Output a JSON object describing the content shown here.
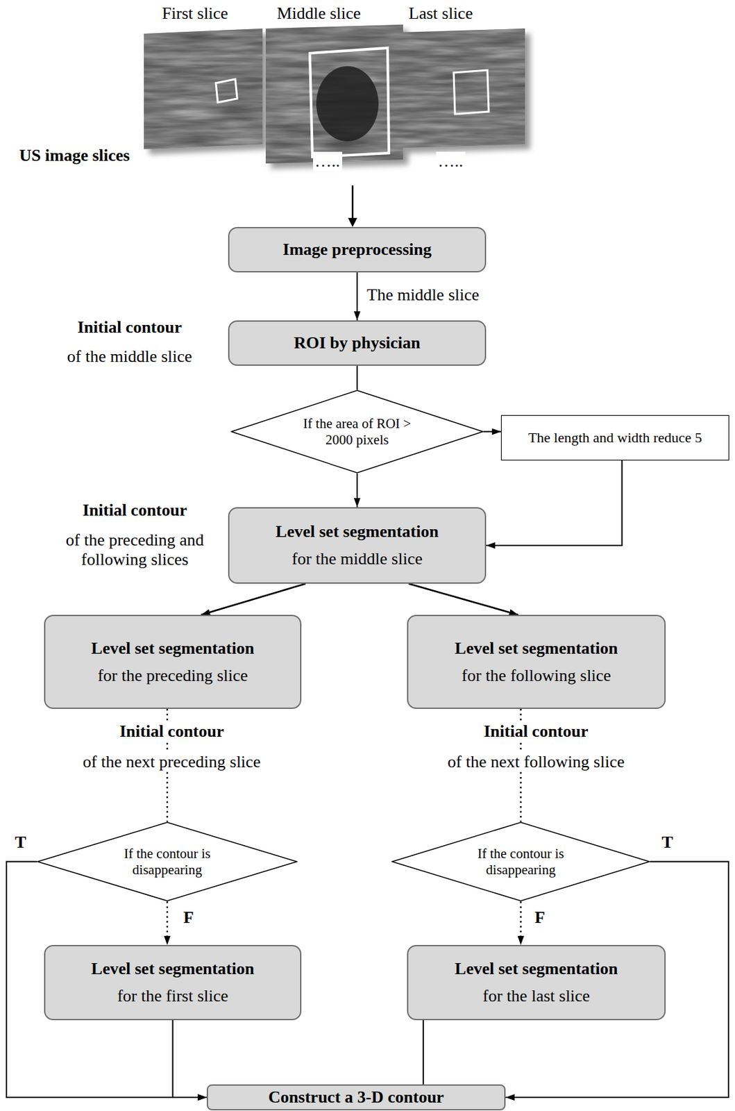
{
  "diagram": {
    "nodes": [
      {
        "text": [
          "Image preprocessing"
        ]
      },
      {
        "text": [
          "ROI by physician"
        ]
      },
      {
        "text": [
          "If the area of ROI > 2000 pixels"
        ]
      },
      {
        "text": [
          "The length and width reduce 5"
        ]
      },
      {
        "text": [
          "Level set segmentation",
          "for the middle slice"
        ]
      },
      {
        "text": [
          "Level set segmentation",
          "for the preceding slice"
        ]
      },
      {
        "text": [
          "Level set segmentation",
          "for the following slice"
        ]
      },
      {
        "text": [
          "If the contour is disappearing"
        ]
      },
      {
        "text": [
          "If the contour is disappearing"
        ]
      },
      {
        "text": [
          "Level set segmentation",
          "for the first slice"
        ]
      },
      {
        "text": [
          "Level set segmentation",
          "for the last slice"
        ]
      },
      {
        "text": [
          "Construct a 3-D contour"
        ]
      }
    ],
    "edges": [
      {
        "from": 0,
        "to": 1,
        "arrow": "to",
        "label": "The middle slice"
      },
      {
        "from": 1,
        "to": 2,
        "arrow": "none"
      },
      {
        "from": 2,
        "to": 4,
        "arrow": "to"
      },
      {
        "from": 2,
        "to": 3,
        "arrow": "to"
      },
      {
        "from": 3,
        "to": 4,
        "arrow": "to"
      },
      {
        "from": 4,
        "to": 5,
        "arrow": "to"
      },
      {
        "from": 4,
        "to": 6,
        "arrow": "to"
      },
      {
        "from": 5,
        "to": 7,
        "arrow": "none"
      },
      {
        "from": 7,
        "to": 9,
        "arrow": "to",
        "label": "F"
      },
      {
        "from": 7,
        "to": 11,
        "arrow": "to",
        "label": "T"
      },
      {
        "from": 9,
        "to": 11,
        "arrow": "to"
      },
      {
        "from": 6,
        "to": 8,
        "arrow": "none"
      },
      {
        "from": 8,
        "to": 10,
        "arrow": "to",
        "label": "F"
      },
      {
        "from": 8,
        "to": 11,
        "arrow": "to",
        "label": "T"
      },
      {
        "from": 10,
        "to": 11,
        "arrow": "to"
      }
    ],
    "labels": [
      "First slice",
      "Middle slice",
      "Last slice",
      "US image slices",
      "…..",
      "…..",
      "Initial contour",
      "of the middle slice",
      "Initial contour",
      "of the preceding and following slices",
      "Initial contour",
      "of the next preceding slice",
      "Initial contour",
      "of the next following slice"
    ]
  }
}
